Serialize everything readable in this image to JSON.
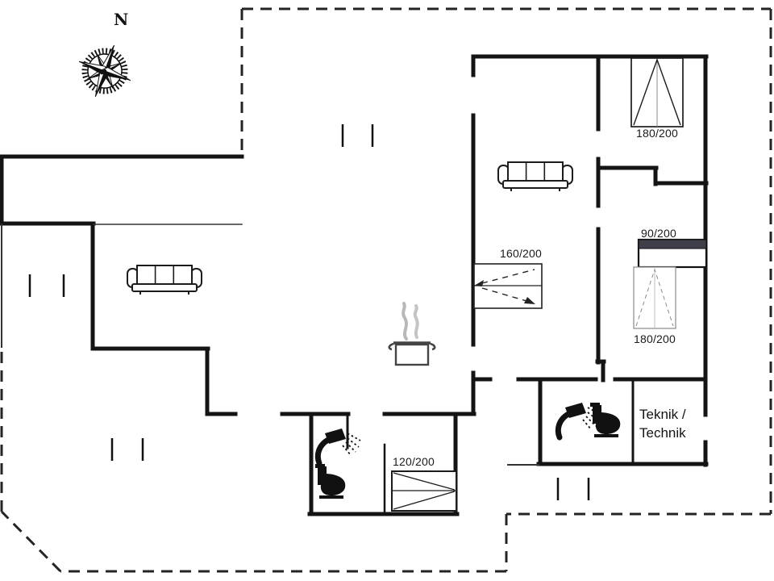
{
  "compass": {
    "north_label": "N"
  },
  "furniture_labels": {
    "bed_top_right": "180/200",
    "shelf_right": "90/200",
    "bed_mid_right": "180/200",
    "bed_center": "160/200",
    "bed_bottom": "120/200"
  },
  "rooms": {
    "teknik_line1": "Teknik /",
    "teknik_line2": "Technik"
  },
  "colors": {
    "wall": "#141414",
    "terrace_outline": "#242424",
    "light_gray_bed": "#8a8a8a",
    "steam": "#b8b8b8",
    "shelf_band": "#3f3f4a"
  }
}
